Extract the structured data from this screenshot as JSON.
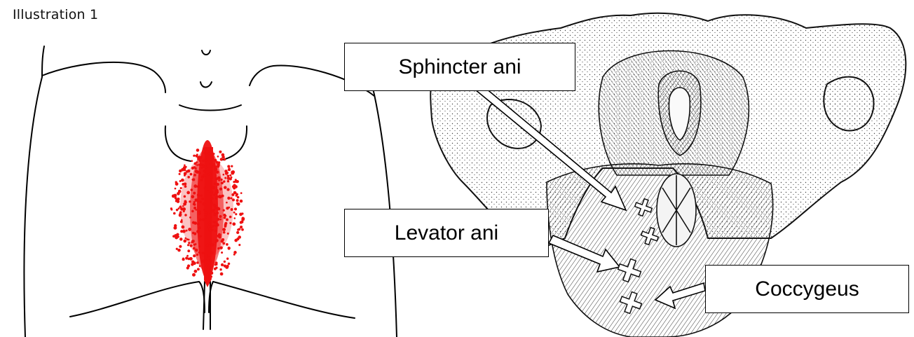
{
  "figure": {
    "title": "Illustration 1"
  },
  "labels": {
    "sphincter": "Sphincter ani",
    "levator": "Levator ani",
    "coccygeus": "Coccygeus"
  },
  "colors": {
    "pain_pattern": "#ee1111",
    "trigger_point_marker": "#ffffff",
    "outline": "#000000"
  },
  "icons": {
    "trigger_point": "x-cross-marker"
  }
}
